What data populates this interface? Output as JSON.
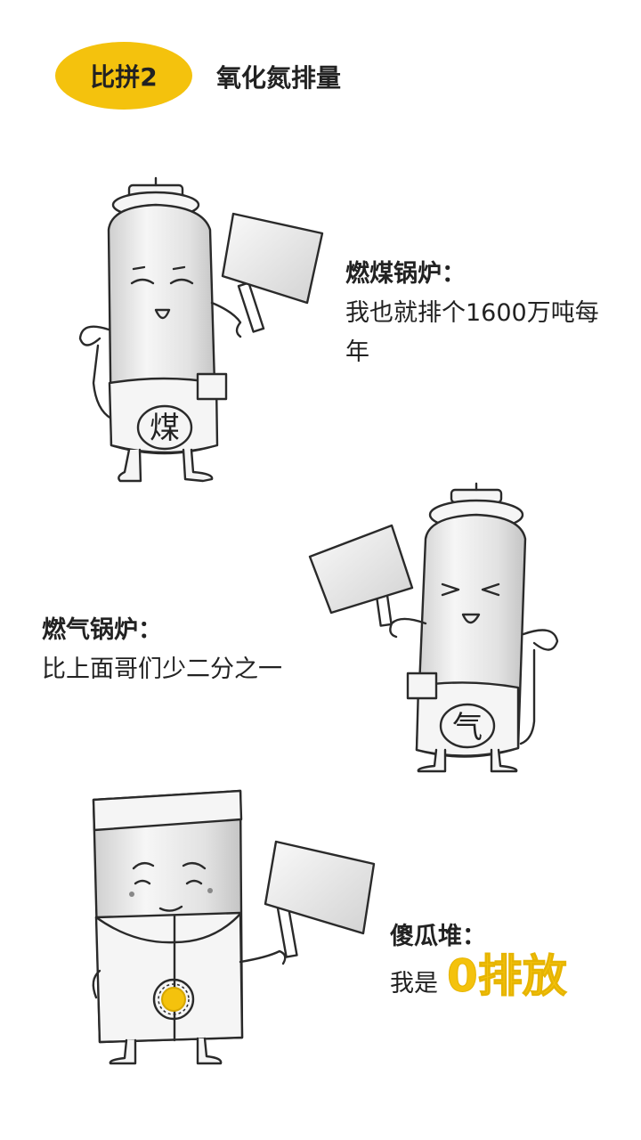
{
  "header": {
    "badge": "比拼2",
    "title": "氧化氮排量"
  },
  "characters": [
    {
      "name": "燃煤锅炉：",
      "line1": "我也就排个1600万吨每",
      "line2": "年",
      "label": "煤"
    },
    {
      "name": "燃气锅炉：",
      "line1": "比上面哥们少二分之一",
      "label": "气"
    },
    {
      "name": "傻瓜堆：",
      "prefix": "我是",
      "highlight": "0排放"
    }
  ],
  "colors": {
    "accent": "#f4c20d",
    "text": "#222222",
    "background": "#ffffff"
  }
}
